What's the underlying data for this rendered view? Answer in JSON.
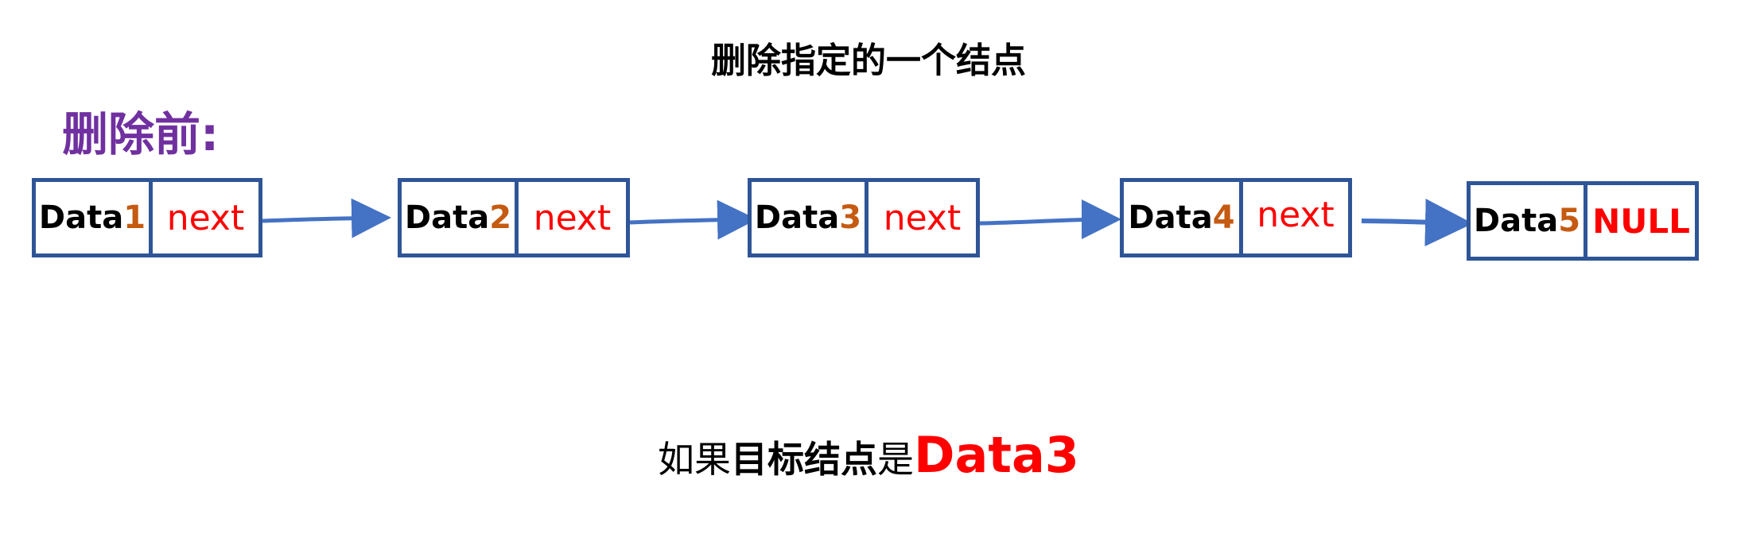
{
  "title": "删除指定的一个结点",
  "before_label": "删除前:",
  "nodes": [
    {
      "data_text": "Data",
      "data_num": "1",
      "next": "next"
    },
    {
      "data_text": "Data",
      "data_num": "2",
      "next": "next"
    },
    {
      "data_text": "Data",
      "data_num": "3",
      "next": "next"
    },
    {
      "data_text": "Data",
      "data_num": "4",
      "next": "next"
    },
    {
      "data_text": "Data",
      "data_num": "5",
      "next": "NULL"
    }
  ],
  "caption": {
    "part1": "如果",
    "part2": "目标结点",
    "part3": "是",
    "target": "Data3"
  },
  "colors": {
    "border": "#2f5597",
    "arrow": "#4472c4",
    "label": "#7030a0",
    "number": "#c55a11",
    "pointer": "#ff0000"
  }
}
